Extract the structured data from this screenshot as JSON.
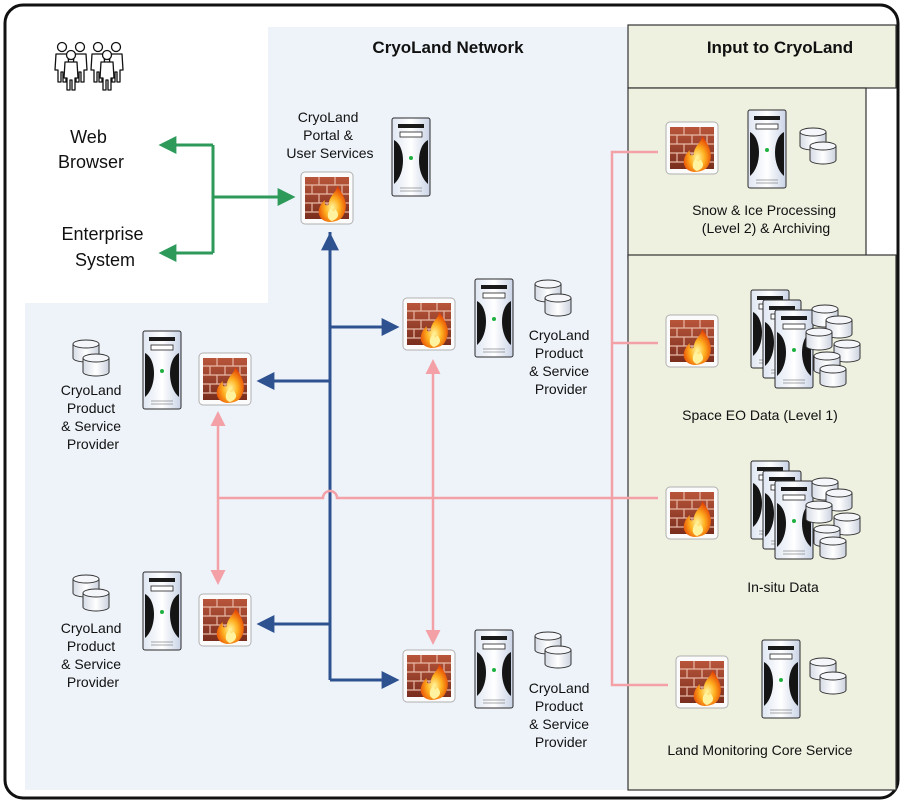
{
  "network_title": "CryoLand Network",
  "input_title": "Input to CryoLand",
  "users": {
    "web_browser": [
      "Web",
      "Browser"
    ],
    "enterprise_system": [
      "Enterprise",
      "System"
    ]
  },
  "portal": [
    "CryoLand",
    "Portal &",
    "User Services"
  ],
  "providers": {
    "left_top": [
      "CryoLand",
      "Product",
      "& Service",
      "Provider"
    ],
    "left_bottom": [
      "CryoLand",
      "Product",
      "& Service",
      "Provider"
    ],
    "center_top": [
      "CryoLand",
      "Product",
      "& Service",
      "Provider"
    ],
    "center_bottom": [
      "CryoLand",
      "Product",
      "& Service",
      "Provider"
    ]
  },
  "inputs": {
    "snow_ice": [
      "Snow & Ice Processing",
      "(Level 2) & Archiving"
    ],
    "space_eo": [
      "Space EO Data (Level 1)"
    ],
    "in_situ": [
      "In-situ Data"
    ],
    "land_monitoring": [
      "Land Monitoring Core Service"
    ]
  },
  "colors": {
    "network_bg": "#eef3fa",
    "input_bg": "#eef0e0",
    "blue_link": "#2e5190",
    "pink_link": "#f3a1a6",
    "green_link": "#2e9a5a"
  }
}
